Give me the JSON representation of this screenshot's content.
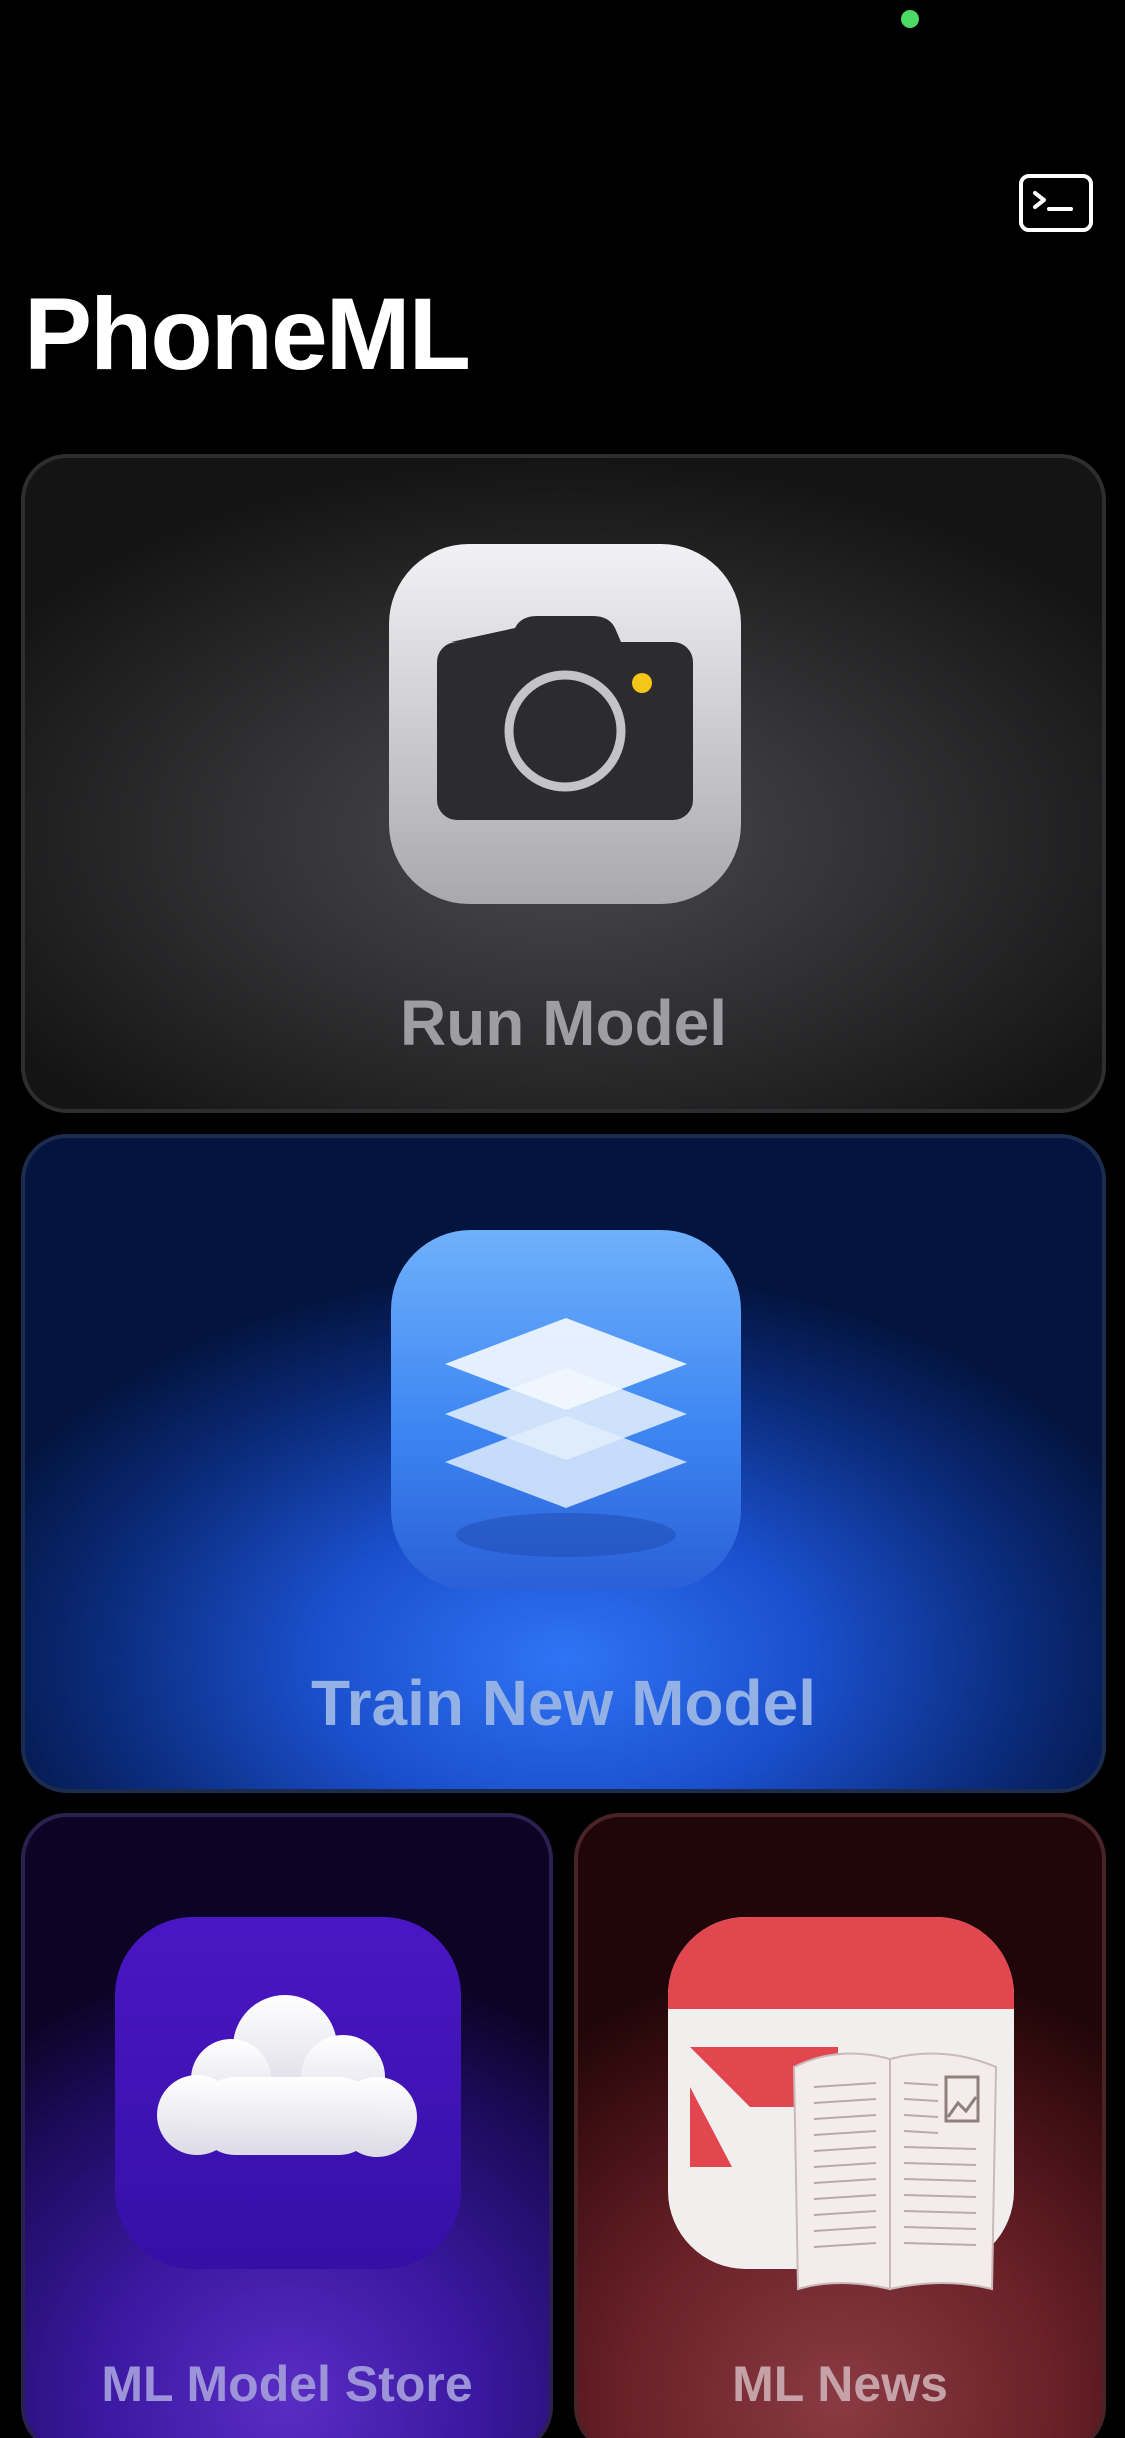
{
  "app": {
    "title": "PhoneML"
  },
  "cards": {
    "run_model": {
      "label": "Run Model",
      "icon": "camera-icon"
    },
    "train_model": {
      "label": "Train New Model",
      "icon": "layers-icon"
    },
    "model_store": {
      "label": "ML Model Store",
      "icon": "cloud-icon"
    },
    "ml_news": {
      "label": "ML News",
      "icon": "news-icon"
    }
  },
  "toolbar": {
    "console_icon": "terminal-icon"
  },
  "status": {
    "indicator_color": "#4cd964"
  },
  "colors": {
    "run_accent": "#3a3a3c",
    "train_accent": "#2f74f5",
    "store_accent": "#5a2dc4",
    "news_accent": "#8a3a42"
  }
}
